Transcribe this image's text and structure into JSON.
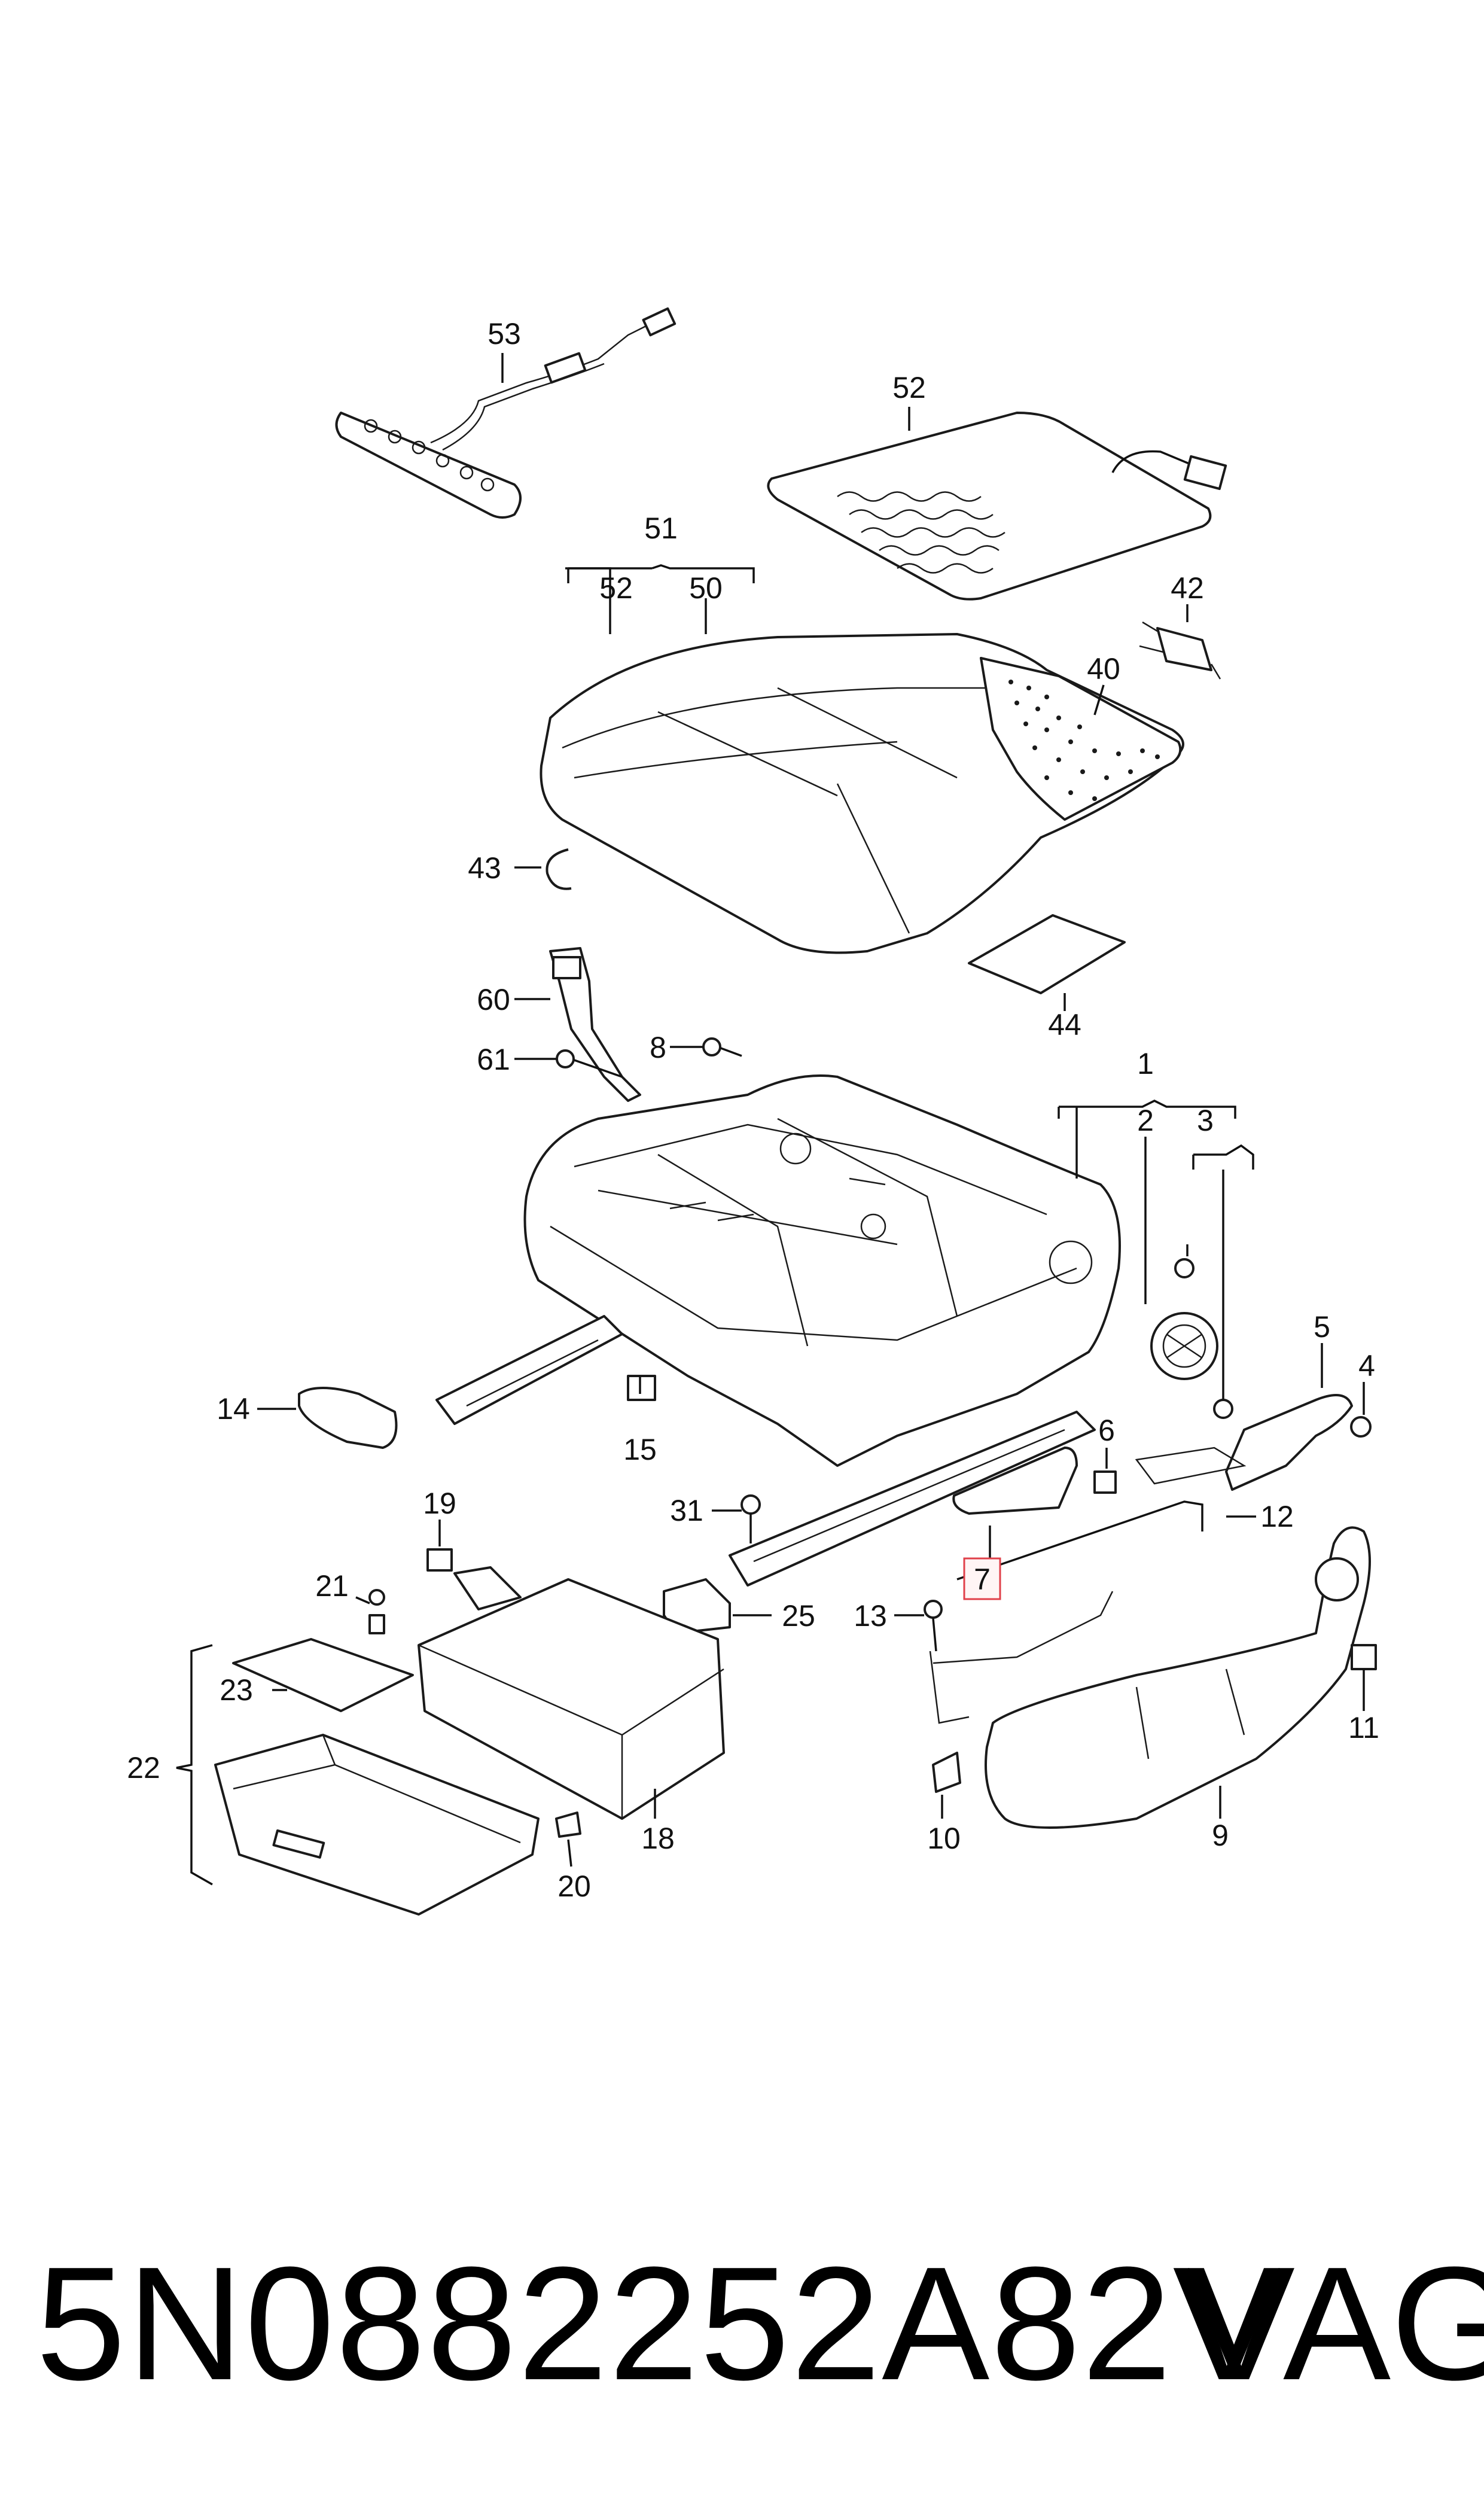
{
  "part_number": "5N0882252A82V",
  "brand": "VAG",
  "highlight_color": "#e0404a",
  "callouts": {
    "c53": "53",
    "c52a": "52",
    "c51": "51",
    "c52b": "52",
    "c50": "50",
    "c42": "42",
    "c40": "40",
    "c43": "43",
    "c44": "44",
    "c60": "60",
    "c61": "61",
    "c8": "8",
    "c1": "1",
    "c2": "2",
    "c3": "3",
    "c5": "5",
    "c4": "4",
    "c14": "14",
    "c15": "15",
    "c6": "6",
    "c31": "31",
    "c19": "19",
    "c12": "12",
    "c7": "7",
    "c21": "21",
    "c25": "25",
    "c13": "13",
    "c11": "11",
    "c23": "23",
    "c22": "22",
    "c18": "18",
    "c10": "10",
    "c9": "9",
    "c20": "20"
  }
}
